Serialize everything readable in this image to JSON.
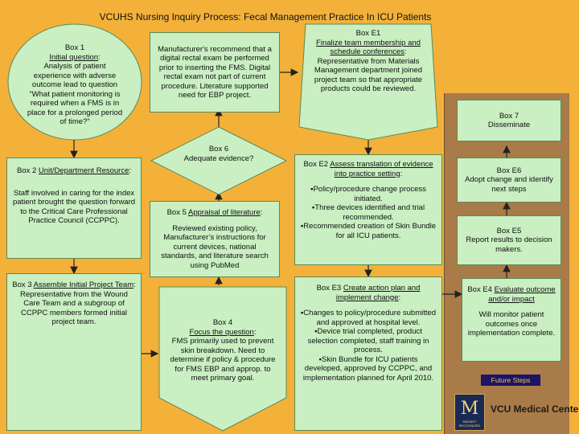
{
  "title": "VCUHS Nursing Inquiry Process: Fecal Management Practice In ICU Patients",
  "box1": {
    "heading": "Box 1",
    "label": "Initial question",
    "text": "Analysis of patient experience with adverse outcome lead to question “What patient monitoring is required when a FMS is in place for a prolonged period of time?”"
  },
  "manufacturer": {
    "text": "Manufacturer's recommend that a digital rectal exam be performed prior to inserting the FMS. Digital rectal exam not part of current procedure. Literature supported need for EBP project."
  },
  "boxE1": {
    "heading": "Box E1",
    "label": "Finalize team membership and schedule conferences",
    "text": "Representative from Materials Management department joined project team so that appropriate products could be reviewed."
  },
  "box7": {
    "heading": "Box 7",
    "text": "Disseminate"
  },
  "box2": {
    "heading": "Box 2",
    "label": "Unit/Department Resource",
    "text": "Staff involved in caring for the index patient brought the question forward to the Critical Care Professional Practice Council (CCPPC)."
  },
  "box6": {
    "heading": "Box 6",
    "text": "Adequate evidence?"
  },
  "box5": {
    "heading": "Box 5",
    "label": "Appraisal of literature",
    "text": "Reviewed existing policy, Manufacturer’s instructions for current devices, national standards, and literature search using PubMed"
  },
  "boxE2": {
    "heading": "Box E2",
    "label": "Assess translation of evidence into practice setting",
    "bullets": [
      "Policy/procedure change process initiated.",
      "Three devices identified and trial recommended.",
      "Recommended creation of Skin Bundle for all ICU patients."
    ]
  },
  "boxE6": {
    "heading": "Box E6",
    "text": "Adopt change and identify next steps"
  },
  "boxE5": {
    "heading": "Box E5",
    "text": "Report results to decision makers."
  },
  "box3": {
    "heading": "Box 3",
    "label": "Assemble Initial Project Team",
    "text": "Representative from the Wound Care Team and a subgroup of CCPPC members formed initial project team."
  },
  "box4": {
    "heading": "Box 4",
    "label": "Focus the question",
    "text": "FMS primarily used to prevent skin breakdown. Need to determine if policy & procedure for FMS EBP and approp. to meet primary goal."
  },
  "boxE3": {
    "heading": "Box E3",
    "label": "Create action plan and implement change",
    "bullets": [
      "Changes to policy/procedure submitted and approved at hospital level.",
      "Device trial completed, product selection completed, staff training in process.",
      "Skin Bundle for ICU patients developed, approved by CCPPC, and implementation planned for April 2010."
    ]
  },
  "boxE4": {
    "heading": "Box E4",
    "label": "Evaluate outcome and/or impact",
    "text": "Will monitor patient outcomes once implementation complete."
  },
  "future_steps": "Future Steps",
  "logo": {
    "letter": "M",
    "sub": "MAGNET RECOGNIZED"
  },
  "org": {
    "name": "VCU Medical Center",
    "tagline": ""
  },
  "colors": {
    "background": "#F3B13A",
    "box": "#C9EFC2",
    "panel": "#A97B48",
    "future": "#1C1466"
  }
}
